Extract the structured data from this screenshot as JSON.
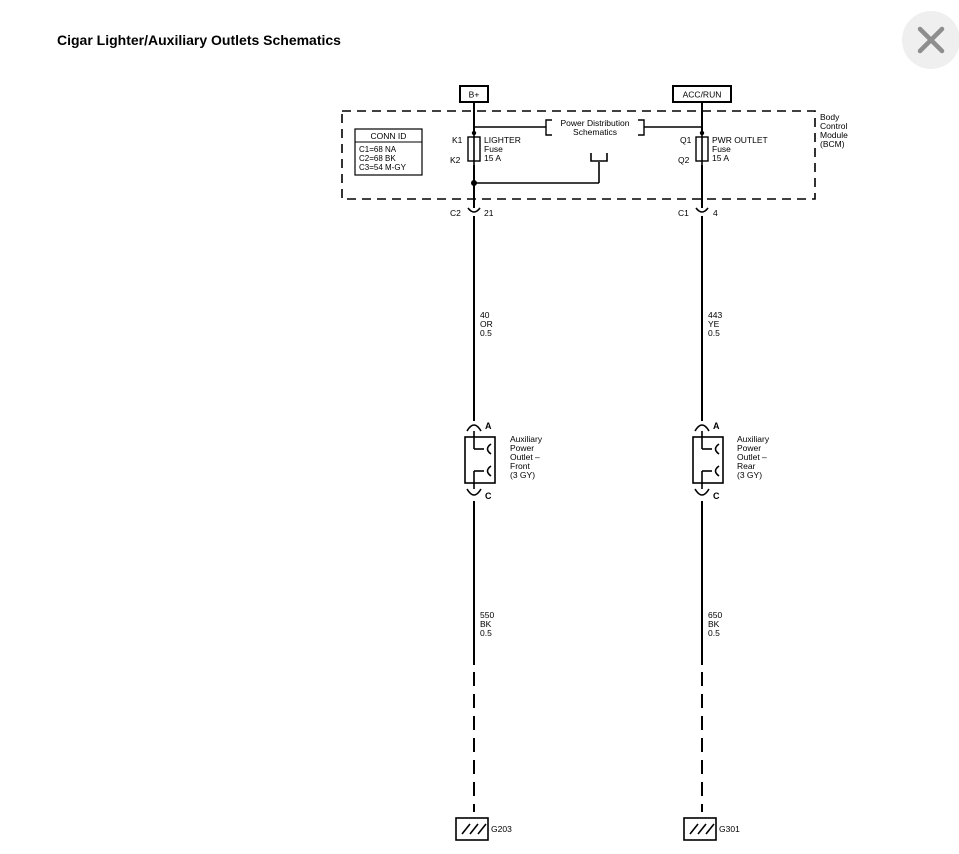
{
  "header": {
    "title": "Cigar Lighter/Auxiliary Outlets Schematics",
    "close_icon": "close-icon"
  },
  "schematic": {
    "power_sources": {
      "left": "B+",
      "right": "ACC/RUN"
    },
    "module": {
      "lines": [
        "Body",
        "Control",
        "Module",
        "(BCM)"
      ]
    },
    "conn_id": {
      "title": "CONN ID",
      "lines": [
        "C1=68 NA",
        "C2=68 BK",
        "C3=54 M-GY"
      ]
    },
    "power_distribution": {
      "lines": [
        "Power Distribution",
        "Schematics"
      ]
    },
    "fuse_left": {
      "pin_top": "K1",
      "pin_bottom": "K2",
      "lines": [
        "LIGHTER",
        "Fuse",
        "15 A"
      ]
    },
    "fuse_right": {
      "pin_top": "Q1",
      "pin_bottom": "Q2",
      "lines": [
        "PWR OUTLET",
        "Fuse",
        "15 A"
      ]
    },
    "connector_left": {
      "id": "C2",
      "pin": "21"
    },
    "connector_right": {
      "id": "C1",
      "pin": "4"
    },
    "wire_left_upper": [
      "40",
      "OR",
      "0.5"
    ],
    "wire_right_upper": [
      "443",
      "YE",
      "0.5"
    ],
    "outlet_front": {
      "pin_top": "A",
      "pin_bottom": "C",
      "lines": [
        "Auxiliary",
        "Power",
        "Outlet –",
        "Front",
        "(3 GY)"
      ]
    },
    "outlet_rear": {
      "pin_top": "A",
      "pin_bottom": "C",
      "lines": [
        "Auxiliary",
        "Power",
        "Outlet –",
        "Rear",
        "(3 GY)"
      ]
    },
    "wire_left_lower": [
      "550",
      "BK",
      "0.5"
    ],
    "wire_right_lower": [
      "650",
      "BK",
      "0.5"
    ],
    "ground_left": "G203",
    "ground_right": "G301"
  }
}
